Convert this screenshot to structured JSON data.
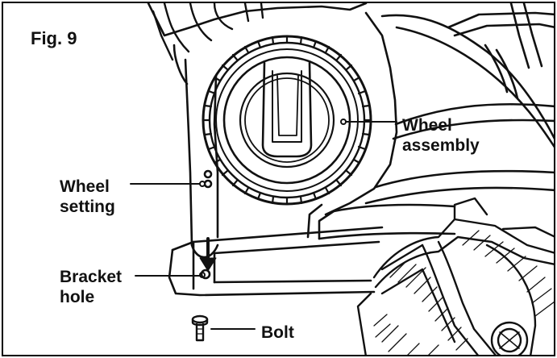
{
  "figure": {
    "title": "Fig. 9"
  },
  "callouts": {
    "wheel_assembly": [
      "Wheel",
      "assembly"
    ],
    "wheel_setting": [
      "Wheel",
      "setting"
    ],
    "bracket_hole": [
      "Bracket",
      "hole"
    ],
    "bolt": "Bolt"
  },
  "colors": {
    "line": "#111111",
    "background": "#ffffff"
  }
}
